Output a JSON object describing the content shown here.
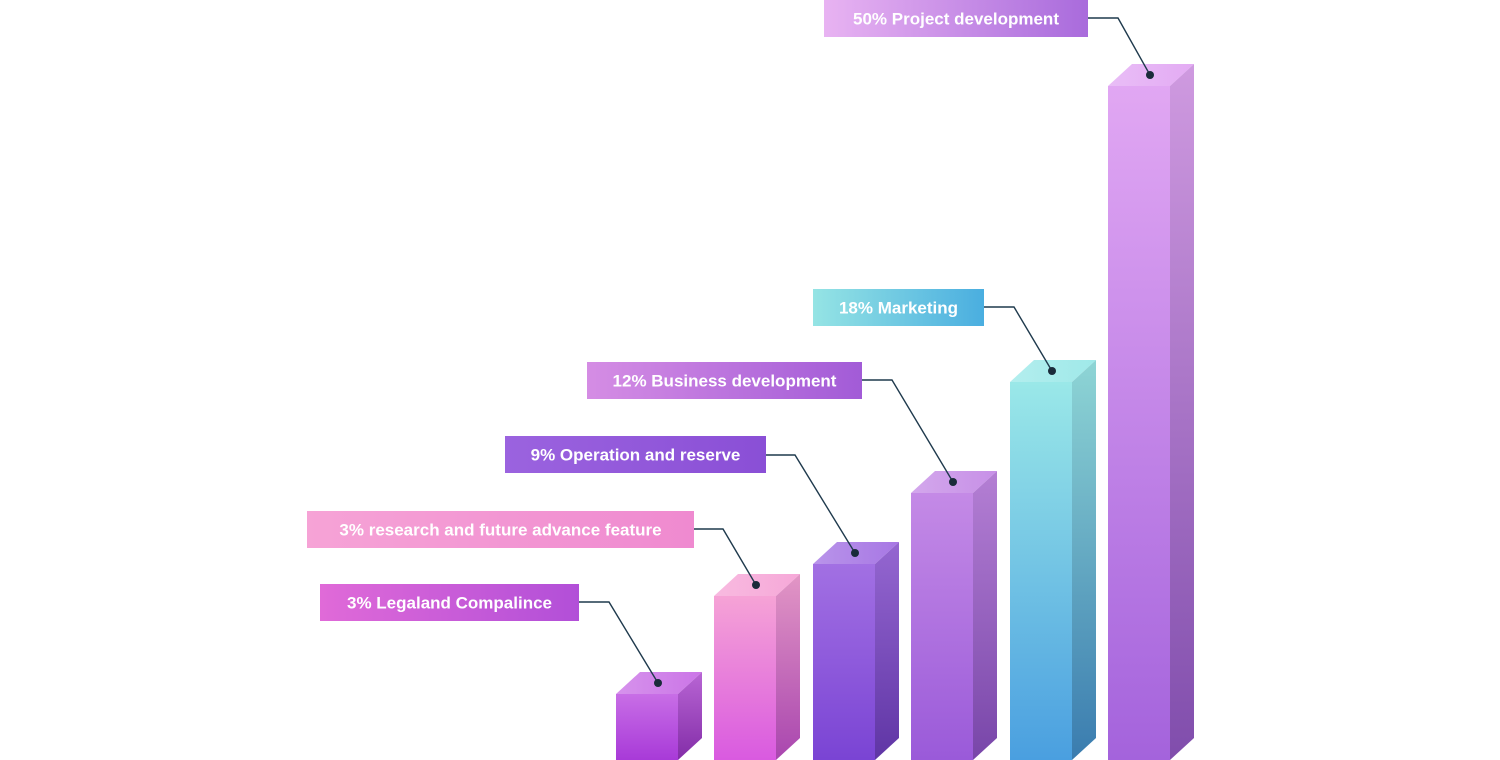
{
  "chart_data": {
    "type": "bar",
    "categories": [
      "3% Legaland Compalince",
      "3% research and future advance feature",
      "9% Operation and reserve",
      "12% Business development",
      "18% Marketing",
      "50% Project development"
    ],
    "values": [
      3,
      3,
      9,
      12,
      18,
      50
    ],
    "colors": {
      "bar1": [
        "#c86ee6",
        "#a83ad8"
      ],
      "bar2": [
        "#f6a3d6",
        "#d95ae0"
      ],
      "bar3": [
        "#a270e3",
        "#7a44d4"
      ],
      "bar4": [
        "#c48ae6",
        "#9a5ad9"
      ],
      "bar5": [
        "#9ae8e8",
        "#4a9fe0"
      ],
      "bar6": [
        "#e1a7f3",
        "#a463dc"
      ],
      "label1": [
        "#e06ad8",
        "#b24fd8"
      ],
      "label2": [
        "#f6a3d6",
        "#ef8ad0"
      ],
      "label3": [
        "#9b63df",
        "#8a4fd6"
      ],
      "label4": [
        "#d58de4",
        "#a25bd7"
      ],
      "label5": [
        "#95e4e4",
        "#4aaee0"
      ],
      "label6": [
        "#e8b3f2",
        "#a96bdc"
      ]
    }
  }
}
